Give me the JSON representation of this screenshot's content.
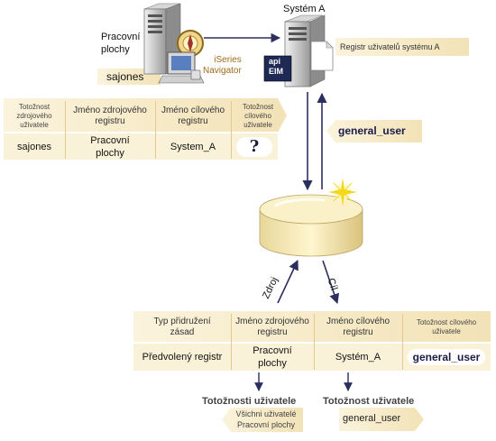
{
  "workstation": {
    "title": "Pracovní\nplochy",
    "user": "sajones",
    "navigator": "iSeries\nNavigator"
  },
  "system_a": {
    "title": "Systém A",
    "registry_label": "Registr uživatelů systému A",
    "api_label": "api\nEIM"
  },
  "top_table": {
    "headers": [
      "Totožnost\nzdrojového\nuživatele",
      "Jméno zdrojového\nregistru",
      "Jméno cílového\nregistru",
      "Totožnost\ncílového\nuživatele"
    ],
    "row": [
      "sajones",
      "Pracovní\nplochy",
      "System_A",
      "?"
    ]
  },
  "general_user_badge": "general_user",
  "arrows": {
    "source": "Zdroj",
    "target": "Cíl"
  },
  "bottom_table": {
    "headers": [
      "Typ přidružení\nzásad",
      "Jméno zdrojového\nregistru",
      "Jméno cílového\nregistru",
      "Totožnost cílového\nuživatele"
    ],
    "row": [
      "Předvolený registr",
      "Pracovní\nplochy",
      "Systém_A",
      "general_user"
    ]
  },
  "identities": {
    "source_title": "Totožnosti uživatele",
    "source_value": "Všichni uživatelé\nPracovní plochy",
    "target_title": "Totožnost uživatele",
    "target_value": "general_user"
  }
}
